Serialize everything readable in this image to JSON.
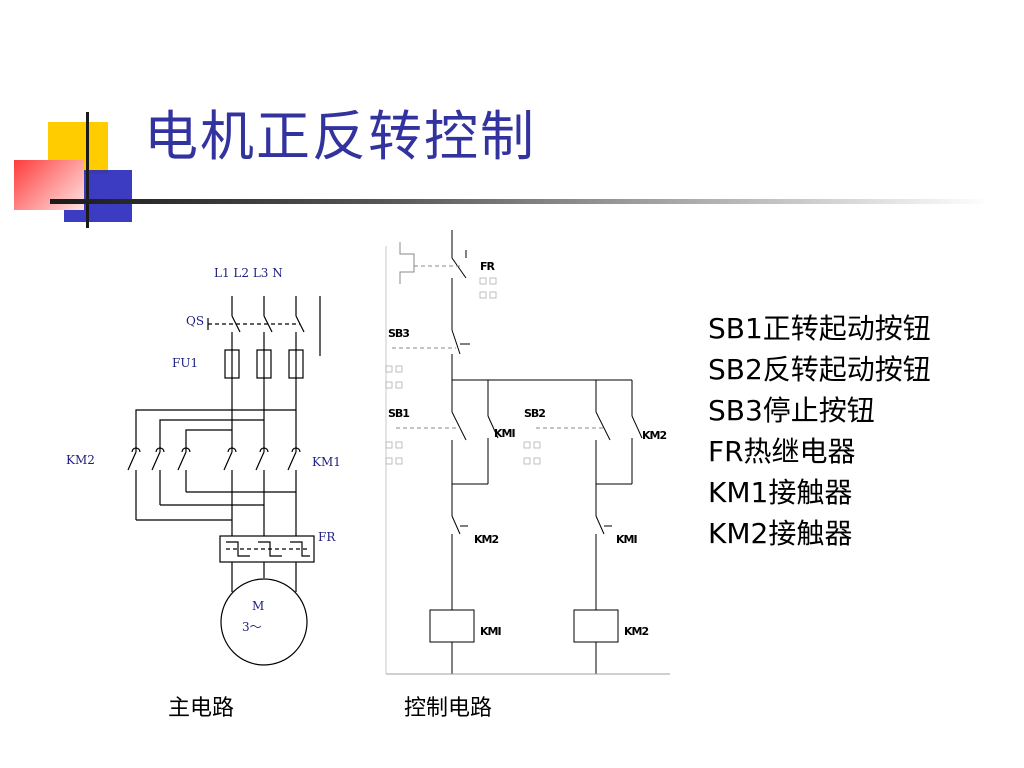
{
  "title": "电机正反转控制",
  "colors": {
    "title": "#3333a0",
    "accent_yellow": "#ffcc00",
    "accent_blue": "#2b2bbd",
    "accent_red": "#ff3b3b",
    "main_circuit_labels": "#1f1f80",
    "wire": "#000000",
    "ground_line": "#a0a0a0"
  },
  "main_circuit": {
    "phase_labels": "L1 L2 L3 N",
    "qs": "QS",
    "fu1": "FU1",
    "km2": "KM2",
    "km1": "KM1",
    "fr": "FR",
    "motor_m": "M",
    "motor_phase": "3～",
    "caption": "主电路"
  },
  "control_circuit": {
    "fr": "FR",
    "sb3": "SB3",
    "sb1": "SB1",
    "sb2": "SB2",
    "km1_hold": "KMI",
    "km2_hold": "KM2",
    "km2_nc": "KM2",
    "km1_nc": "KMI",
    "coil_km1": "KMI",
    "coil_km2": "KM2",
    "caption": "控制电路"
  },
  "legend": [
    "SB1正转起动按钮",
    "SB2反转起动按钮",
    "SB3停止按钮",
    "FR热继电器",
    "KM1接触器",
    "KM2接触器"
  ]
}
